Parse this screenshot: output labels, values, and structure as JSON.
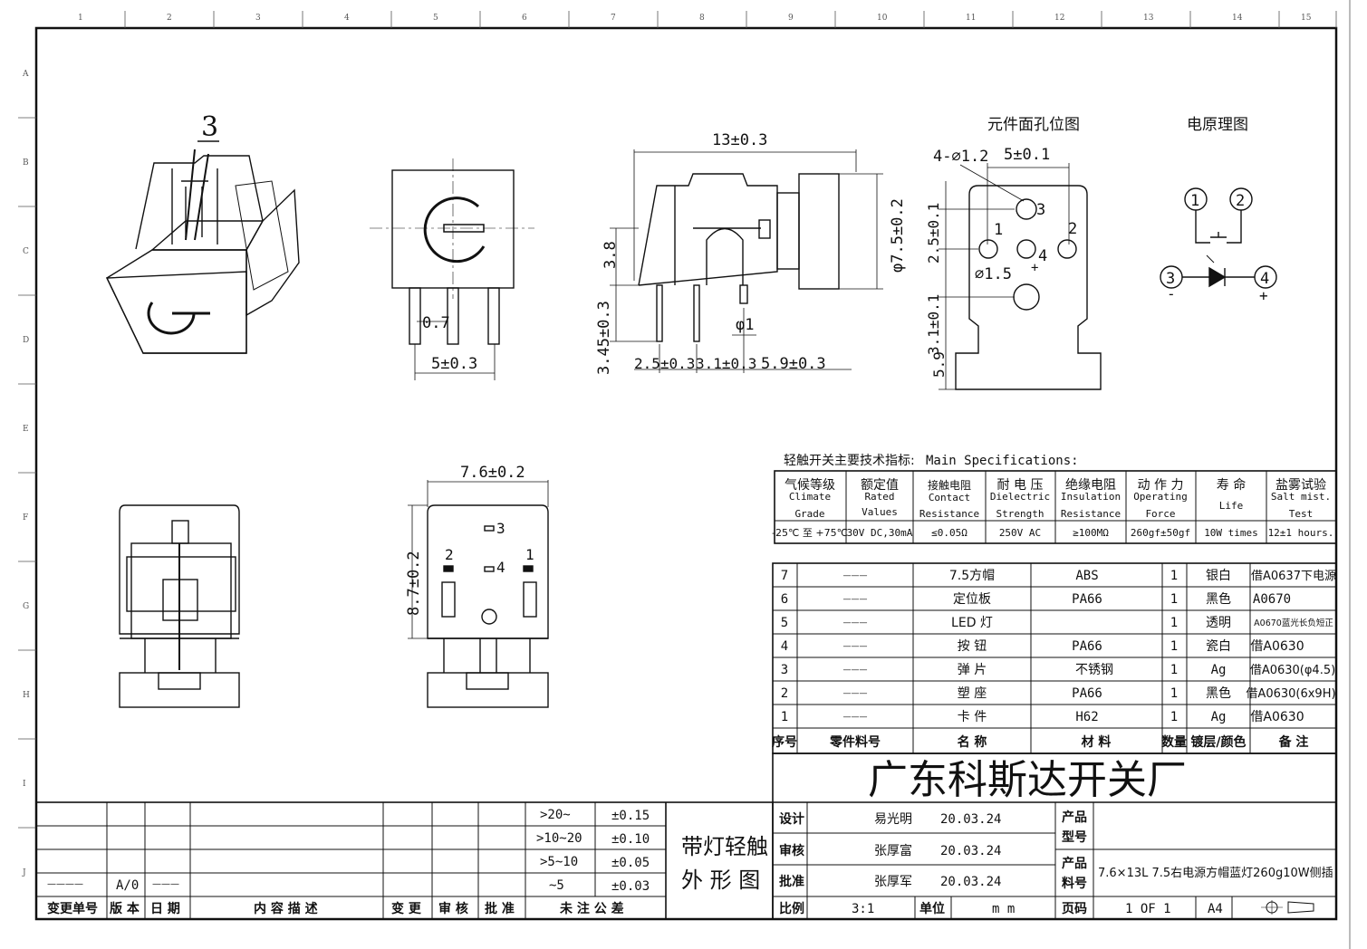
{
  "border": {
    "col_numbers": [
      "1",
      "2",
      "3",
      "4",
      "5",
      "6",
      "7",
      "8",
      "9",
      "10",
      "11",
      "12",
      "13",
      "14",
      "15"
    ],
    "row_letters": [
      "A",
      "B",
      "C",
      "D",
      "E",
      "F",
      "G",
      "H",
      "I",
      "J"
    ]
  },
  "views": {
    "iso_label": "3",
    "top_dims": {
      "pin_dia": "0.7",
      "pin_pitch": "5±0.3"
    },
    "side_dims": {
      "width": "13±0.3",
      "h1": "3.8",
      "h2": "3.45±0.3",
      "cap_dia": "φ7.5±0.2",
      "pin_dia": "φ1",
      "p1": "2.5±0.3",
      "p2": "3.1±0.3",
      "p3": "5.9±0.3"
    },
    "front_dims": {
      "width": "7.6±0.2",
      "height": "8.7±0.2",
      "pin3": "3",
      "pin4": "4",
      "pin2": "2",
      "pin1": "1"
    },
    "hole_layout": {
      "title": "元件面孔位图",
      "hole_small": "4-∅1.2",
      "pitch": "5±0.1",
      "hole_large": "∅1.5",
      "v1": "2.5±0.1",
      "v2": "3.1±0.1",
      "v3": "5.9",
      "n1": "1",
      "n2": "2",
      "n3": "3",
      "n4": "4",
      "plus": "+"
    },
    "schematic": {
      "title": "电原理图",
      "c1": "1",
      "c2": "2",
      "c3": "3",
      "c4": "4",
      "minus": "-",
      "plus": "+"
    }
  },
  "specs": {
    "title_cn": "轻触开关主要技术指标:",
    "title_en": "Main Specifications:",
    "columns": [
      {
        "cn": "气候等级",
        "en1": "Climate",
        "en2": "Grade",
        "value": "-25℃ 至 +75℃"
      },
      {
        "cn": "额定值",
        "en1": "Rated",
        "en2": "Values",
        "value": "30V DC,30mA"
      },
      {
        "cn": "接触电阻",
        "en1": "Contact",
        "en2": "Resistance",
        "value": "≤0.05Ω"
      },
      {
        "cn": "耐 电 压",
        "en1": "Dielectric",
        "en2": "Strength",
        "value": "250V AC"
      },
      {
        "cn": "绝缘电阻",
        "en1": "Insulation",
        "en2": "Resistance",
        "value": "≥100MΩ"
      },
      {
        "cn": "动 作 力",
        "en1": "Operating",
        "en2": "Force",
        "value": "260gf±50gf"
      },
      {
        "cn": "寿 命",
        "en1": "Life",
        "en2": "",
        "value": "10W times"
      },
      {
        "cn": "盐雾试验",
        "en1": "Salt mist.",
        "en2": "Test",
        "value": "12±1 hours."
      }
    ]
  },
  "bom": {
    "rows": [
      {
        "no": "7",
        "part": "———",
        "name": "7.5方帽",
        "material": "ABS",
        "qty": "1",
        "finish": "银白",
        "note": "借A0637下电源"
      },
      {
        "no": "6",
        "part": "———",
        "name": "定位板",
        "material": "PA66",
        "qty": "1",
        "finish": "黑色",
        "note": "A0670"
      },
      {
        "no": "5",
        "part": "———",
        "name": "LED 灯",
        "material": "",
        "qty": "1",
        "finish": "透明",
        "note": "A0670蓝光长负短正"
      },
      {
        "no": "4",
        "part": "———",
        "name": "按 钮",
        "material": "PA66",
        "qty": "1",
        "finish": "瓷白",
        "note": "借A0630"
      },
      {
        "no": "3",
        "part": "———",
        "name": "弹 片",
        "material": "不锈钢",
        "qty": "1",
        "finish": "Ag",
        "note": "借A0630(φ4.5)"
      },
      {
        "no": "2",
        "part": "———",
        "name": "塑 座",
        "material": "PA66",
        "qty": "1",
        "finish": "黑色",
        "note": "借A0630(6x9H)"
      },
      {
        "no": "1",
        "part": "———",
        "name": "卡 件",
        "material": "H62",
        "qty": "1",
        "finish": "Ag",
        "note": "借A0630"
      }
    ],
    "header": {
      "no": "序号",
      "part": "零件料号",
      "name": "名 称",
      "material": "材 料",
      "qty": "数量",
      "finish": "镀层/颜色",
      "note": "备 注"
    }
  },
  "title_block": {
    "company": "广东科斯达开关厂",
    "design_label": "设计",
    "design_name": "易光明",
    "design_date": "20.03.24",
    "review_label": "审核",
    "review_name": "张厚富",
    "review_date": "20.03.24",
    "approve_label": "批准",
    "approve_name": "张厚军",
    "approve_date": "20.03.24",
    "scale_label": "比例",
    "scale": "3:1",
    "unit_label": "单位",
    "unit": "m m",
    "page_label": "页码",
    "page": "1 OF 1",
    "size": "A4",
    "model_label_1": "产品",
    "model_label_2": "型号",
    "part_label_1": "产品",
    "part_label_2": "料号",
    "part_no": "7.6×13L 7.5右电源方帽蓝灯260g10W侧插",
    "drawing_title_1": "带灯轻触",
    "drawing_title_2": "外 形 图"
  },
  "revision_block": {
    "tolerances": [
      {
        "range": ">20~",
        "tol": "±0.15"
      },
      {
        "range": ">10~20",
        "tol": "±0.10"
      },
      {
        "range": ">5~10",
        "tol": "±0.05"
      },
      {
        "range": "~5",
        "tol": "±0.03"
      }
    ],
    "rev_line": "————",
    "rev_version": "A/0",
    "rev_dash": "———",
    "headers": {
      "change_no": "变更单号",
      "version": "版 本",
      "date": "日 期",
      "desc": "内 容 描 述",
      "change": "变 更",
      "review": "审 核",
      "approve": "批 准",
      "tol": "未 注 公 差"
    }
  }
}
